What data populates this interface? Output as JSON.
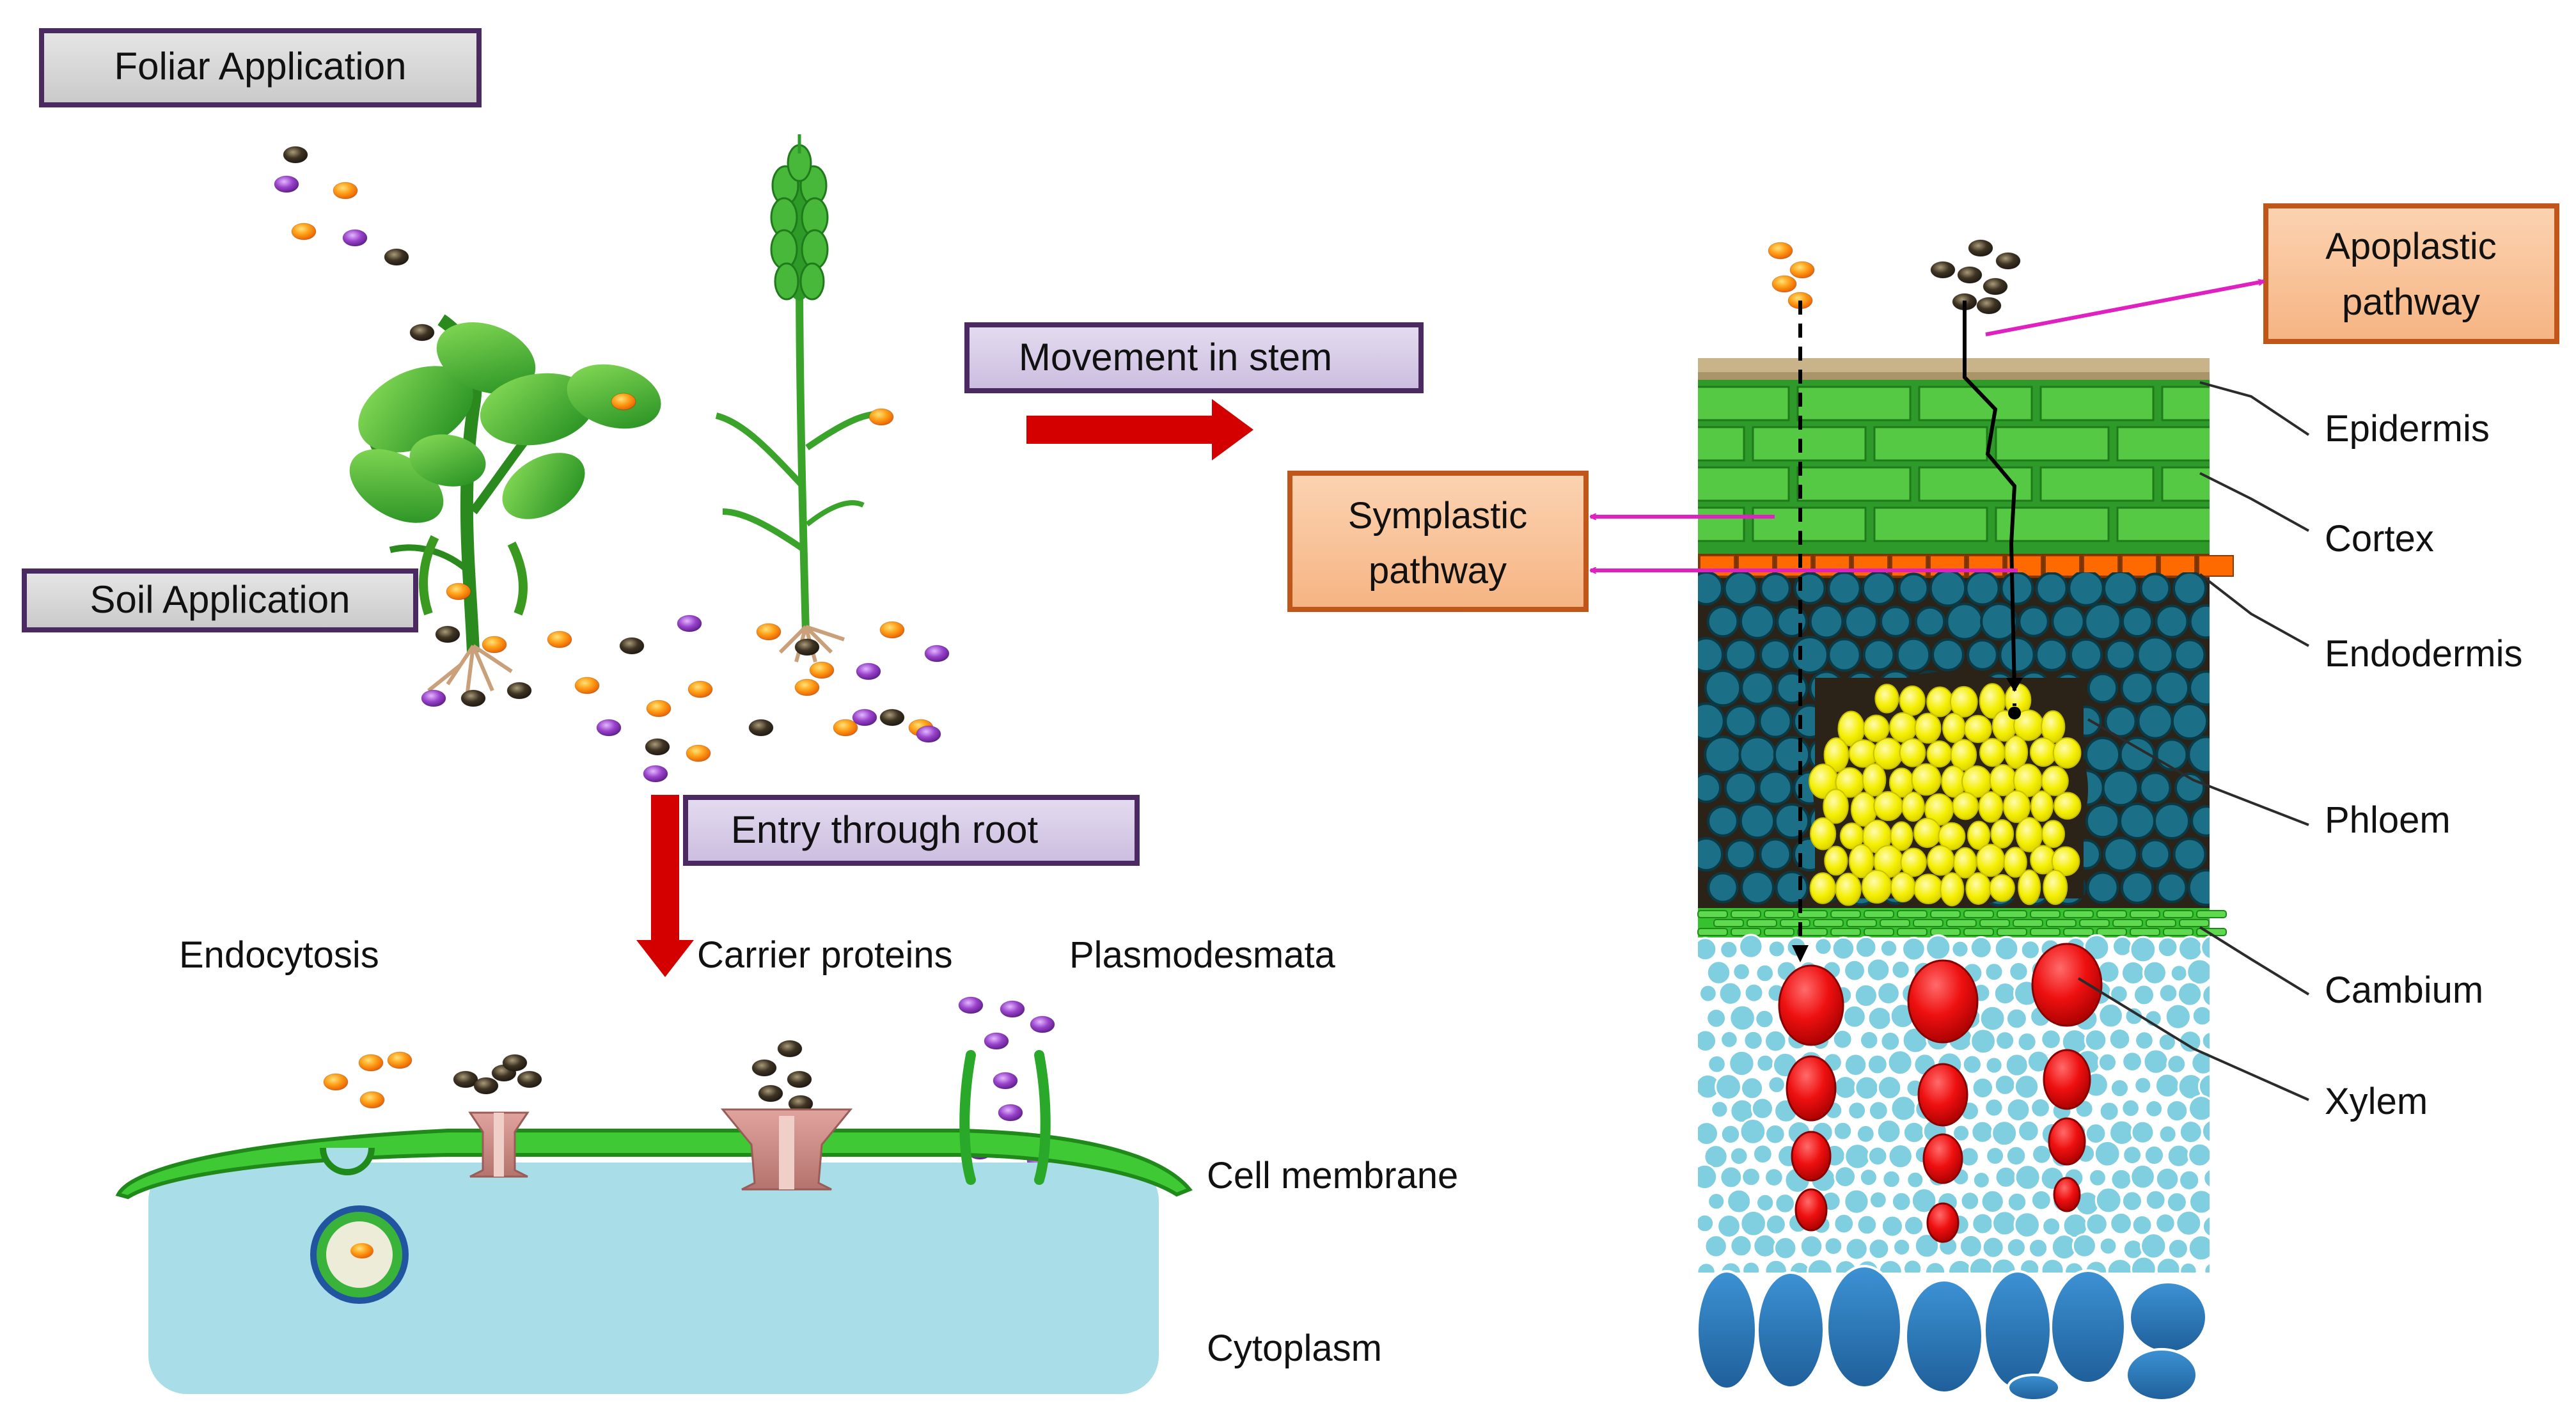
{
  "boxes": {
    "foliar": "Foliar Application",
    "soil": "Soil Application",
    "movement": "Movement in stem",
    "entry": "Entry through root",
    "symplastic_line1": "Symplastic",
    "symplastic_line2": "pathway",
    "apoplastic_line1": "Apoplastic",
    "apoplastic_line2": "pathway"
  },
  "cell_labels": {
    "endocytosis": "Endocytosis",
    "carrier": "Carrier proteins",
    "plasmodesmata": "Plasmodesmata",
    "membrane": "Cell membrane",
    "cytoplasm": "Cytoplasm"
  },
  "tissue_labels": {
    "epidermis": "Epidermis",
    "cortex": "Cortex",
    "endodermis": "Endodermis",
    "phloem": "Phloem",
    "cambium": "Cambium",
    "xylem": "Xylem"
  },
  "colors": {
    "box_fill": "#d9d9d9",
    "box_border": "#4b2a62",
    "move_box_fill": "#d8cfe6",
    "pathway_fill": "#f8c49c",
    "pathway_border": "#c0561a",
    "arrow_red": "#d40000",
    "arrow_magenta": "#e020c0",
    "particle_orange": "#f7941d",
    "particle_purple": "#8e3ab8",
    "particle_dark": "#3b2f22",
    "cytoplasm": "#a9dde8",
    "membrane": "#35c22e",
    "cortex_green": "#4cc53a",
    "endodermis_orange": "#ff6a00",
    "phloem_yellow": "#f4f000",
    "outer_teal": "#1b6f86",
    "xylem_red": "#e41212",
    "pith_blue": "#7fcfe0",
    "core_blue": "#2e80c0"
  },
  "icons": [
    "soybean-plant-icon",
    "wheat-plant-icon",
    "carrier-protein-icon",
    "vesicle-icon"
  ]
}
